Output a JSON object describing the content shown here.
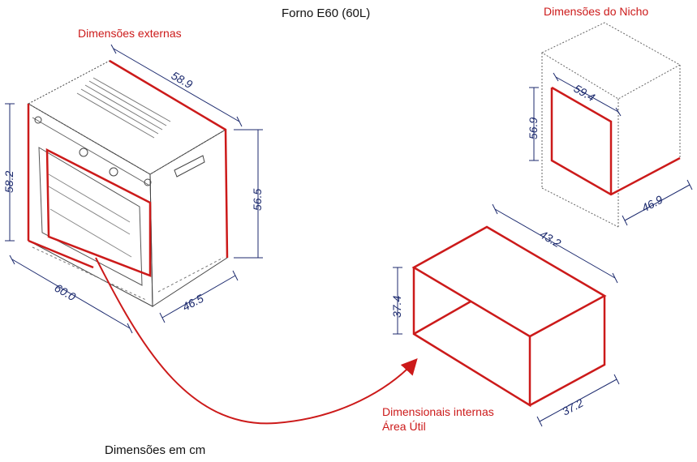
{
  "title": "Forno E60 (60L)",
  "labels": {
    "external": "Dimensões externas",
    "niche": "Dimensões do Nicho",
    "internal_line1": "Dimensionais internas",
    "internal_line2": "Área Útil",
    "units": "Dimensões em cm"
  },
  "external_dimensions": {
    "depth": "58.9",
    "height_front": "58.2",
    "height_side": "56.5",
    "width": "60.0",
    "side_depth": "46.5"
  },
  "niche_dimensions": {
    "width": "59.4",
    "height": "56.9",
    "depth": "46.9"
  },
  "internal_dimensions": {
    "width": "43.2",
    "height": "37.4",
    "depth": "37.2"
  },
  "colors": {
    "accent_red": "#cc1a1a",
    "dimension_blue": "#1c2a6e",
    "line_gray": "#555555"
  }
}
